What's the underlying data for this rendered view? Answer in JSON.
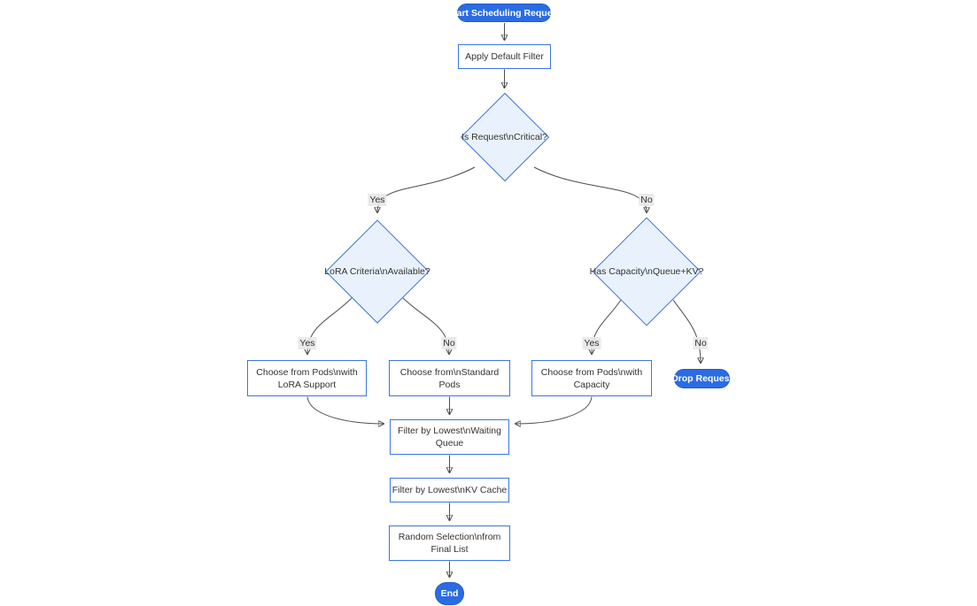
{
  "diagram": {
    "type": "flowchart",
    "direction": "top-down",
    "nodes": {
      "start": {
        "shape": "stadium",
        "lines": [
          "Start Scheduling Request"
        ]
      },
      "apply_filter": {
        "shape": "rect",
        "lines": [
          "Apply Default Filter"
        ]
      },
      "is_critical": {
        "shape": "diamond",
        "lines": [
          "Is Request\\nCritical?"
        ]
      },
      "lora_criteria": {
        "shape": "diamond",
        "lines": [
          "LoRA Criteria\\nAvailable?"
        ]
      },
      "has_capacity": {
        "shape": "diamond",
        "lines": [
          "Has Capacity\\nQueue+KV?"
        ]
      },
      "choose_lora": {
        "shape": "rect",
        "lines": [
          "Choose from Pods\\nwith",
          "LoRA Support"
        ]
      },
      "choose_standard": {
        "shape": "rect",
        "lines": [
          "Choose from\\nStandard",
          "Pods"
        ]
      },
      "choose_capacity": {
        "shape": "rect",
        "lines": [
          "Choose from Pods\\nwith",
          "Capacity"
        ]
      },
      "drop_request": {
        "shape": "stadium",
        "lines": [
          "Drop Request"
        ]
      },
      "filter_waiting": {
        "shape": "rect",
        "lines": [
          "Filter by Lowest\\nWaiting",
          "Queue"
        ]
      },
      "filter_kv": {
        "shape": "rect",
        "lines": [
          "Filter by Lowest\\nKV Cache"
        ]
      },
      "random_selection": {
        "shape": "rect",
        "lines": [
          "Random Selection\\nfrom",
          "Final List"
        ]
      },
      "end": {
        "shape": "stadium",
        "lines": [
          "End"
        ]
      }
    },
    "edge_labels": {
      "critical_yes": "Yes",
      "critical_no": "No",
      "lora_yes": "Yes",
      "lora_no": "No",
      "capacity_yes": "Yes",
      "capacity_no": "No"
    },
    "colors": {
      "accent_fill": "#2b6ce4",
      "accent_border": "#1f5bd0",
      "node_border": "#3b76e0",
      "diamond_fill": "#e9f2fc",
      "node_text": "#333333",
      "edge_stroke": "#4d4d4d",
      "edge_label_bg": "#e8e8e8",
      "background": "#ffffff"
    }
  }
}
